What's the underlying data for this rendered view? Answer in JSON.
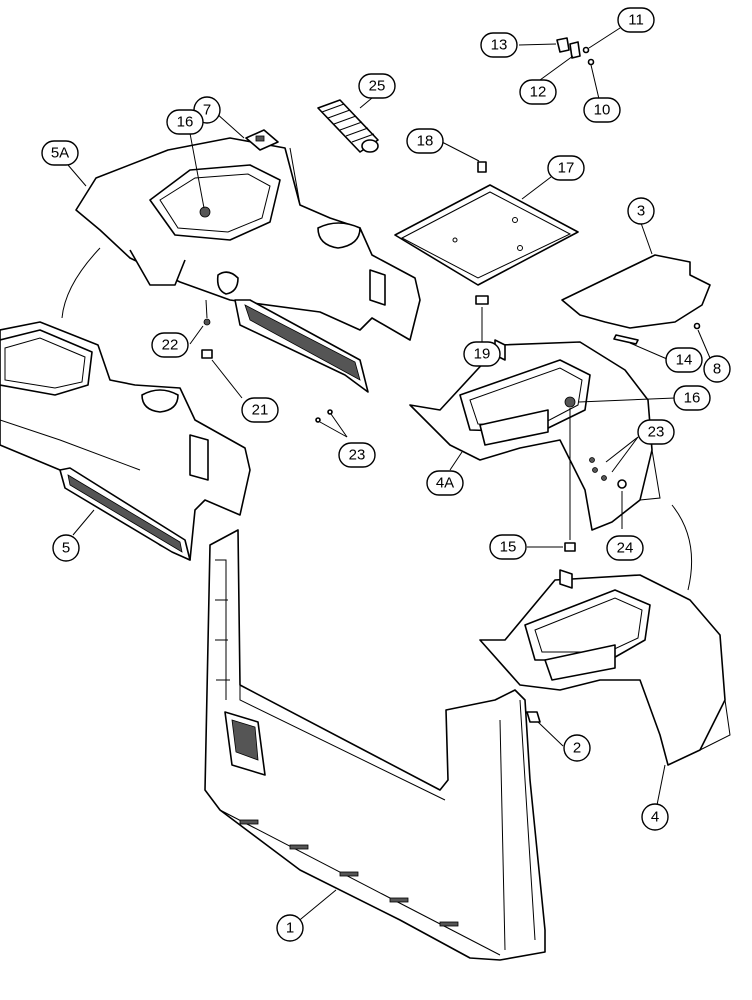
{
  "callouts": [
    {
      "id": "c1",
      "label": "1"
    },
    {
      "id": "c2",
      "label": "2"
    },
    {
      "id": "c3",
      "label": "3"
    },
    {
      "id": "c4",
      "label": "4"
    },
    {
      "id": "c4a",
      "label": "4A"
    },
    {
      "id": "c5",
      "label": "5"
    },
    {
      "id": "c5a",
      "label": "5A"
    },
    {
      "id": "c7",
      "label": "7"
    },
    {
      "id": "c8",
      "label": "8"
    },
    {
      "id": "c10",
      "label": "10"
    },
    {
      "id": "c11",
      "label": "11"
    },
    {
      "id": "c12",
      "label": "12"
    },
    {
      "id": "c13",
      "label": "13"
    },
    {
      "id": "c14",
      "label": "14"
    },
    {
      "id": "c15",
      "label": "15"
    },
    {
      "id": "c16a",
      "label": "16"
    },
    {
      "id": "c16b",
      "label": "16"
    },
    {
      "id": "c17",
      "label": "17"
    },
    {
      "id": "c18",
      "label": "18"
    },
    {
      "id": "c19",
      "label": "19"
    },
    {
      "id": "c21",
      "label": "21"
    },
    {
      "id": "c22",
      "label": "22"
    },
    {
      "id": "c23a",
      "label": "23"
    },
    {
      "id": "c23b",
      "label": "23"
    },
    {
      "id": "c24",
      "label": "24"
    },
    {
      "id": "c25",
      "label": "25"
    }
  ]
}
